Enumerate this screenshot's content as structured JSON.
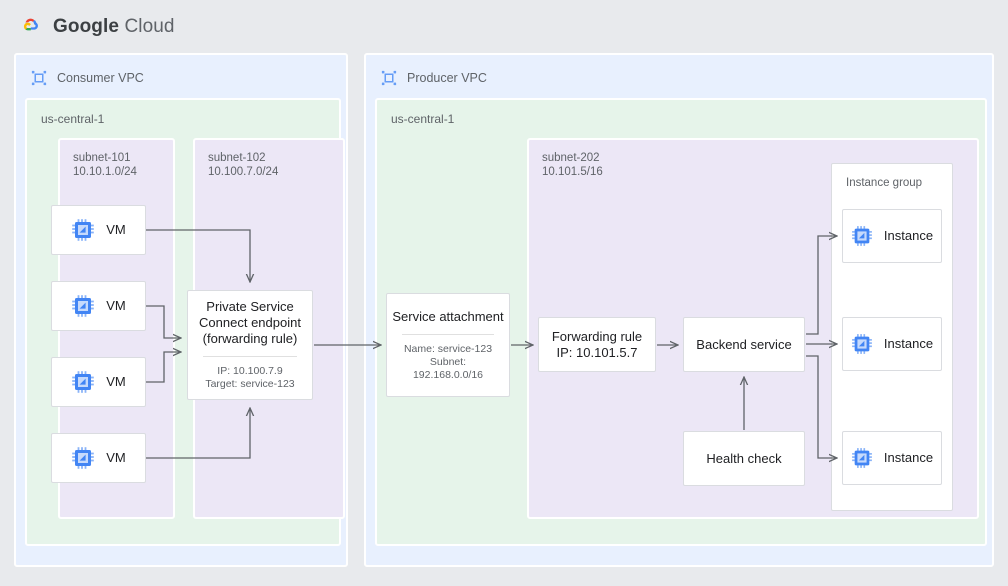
{
  "brand": {
    "logo_icon": "google-cloud-logo",
    "word_google": "Google",
    "word_cloud": "Cloud"
  },
  "colors": {
    "page_background": "#e8eaed",
    "vpc_fill": "#e8f0fe",
    "region_fill": "#e6f4ea",
    "subnet_fill": "#ece7f6",
    "card_fill": "#ffffff",
    "card_border": "#dadce0",
    "arrow": "#5f6368",
    "icon_blue": "#669df6",
    "text_primary": "#202124",
    "text_secondary": "#5f6368"
  },
  "consumer": {
    "vpc_label": "Consumer VPC",
    "vpc_icon": "vpc-network-icon",
    "region_label": "us-central-1",
    "subnet_101": {
      "name": "subnet-101",
      "cidr": "10.10.1.0/24",
      "label": "subnet-101\n10.10.1.0/24"
    },
    "subnet_102": {
      "name": "subnet-102",
      "cidr": "10.100.7.0/24",
      "label": "subnet-102\n10.100.7.0/24"
    },
    "vms": [
      {
        "label": "VM",
        "icon": "vm-chip-icon"
      },
      {
        "label": "VM",
        "icon": "vm-chip-icon"
      },
      {
        "label": "VM",
        "icon": "vm-chip-icon"
      },
      {
        "label": "VM",
        "icon": "vm-chip-icon"
      }
    ],
    "psc_endpoint": {
      "title": "Private Service\nConnect endpoint\n(forwarding rule)",
      "meta": "IP: 10.100.7.9\nTarget: service-123",
      "ip": "10.100.7.9",
      "target": "service-123"
    }
  },
  "producer": {
    "vpc_label": "Producer VPC",
    "vpc_icon": "vpc-network-icon",
    "region_label": "us-central-1",
    "service_attachment": {
      "title": "Service attachment",
      "meta": "Name: service-123\nSubnet:\n192.168.0.0/16",
      "name": "service-123",
      "subnet": "192.168.0.0/16"
    },
    "subnet_202": {
      "name": "subnet-202",
      "cidr": "10.101.5/16",
      "label": "subnet-202\n10.101.5/16"
    },
    "forwarding_rule": {
      "title": "Forwarding rule\nIP: 10.101.5.7",
      "ip": "10.101.5.7"
    },
    "backend_service": {
      "title": "Backend service"
    },
    "health_check": {
      "title": "Health check"
    },
    "instance_group": {
      "label": "Instance group",
      "instances": [
        {
          "label": "Instance",
          "icon": "vm-chip-icon"
        },
        {
          "label": "Instance",
          "icon": "vm-chip-icon"
        },
        {
          "label": "Instance",
          "icon": "vm-chip-icon"
        }
      ]
    }
  }
}
